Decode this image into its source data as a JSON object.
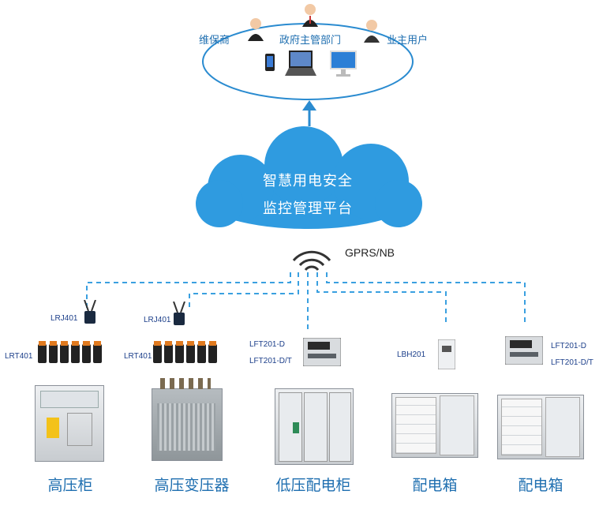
{
  "users": {
    "left": "维保商",
    "center": "政府主管部门",
    "right": "业主用户"
  },
  "cloud": {
    "line1": "智慧用电安全",
    "line2": "监控管理平台"
  },
  "network": {
    "label": "GPRS/NB"
  },
  "gateways": {
    "left": "LRJ401",
    "middle": "LRJ401"
  },
  "sensors": {
    "left": "LRT401",
    "middle": "LRT401"
  },
  "devices": {
    "lft_a1": "LFT201-D",
    "lft_a2": "LFT201-D/T",
    "lbh": "LBH201",
    "lft_b1": "LFT201-D",
    "lft_b2": "LFT201-D/T"
  },
  "equipment": [
    {
      "label": "高压柜"
    },
    {
      "label": "高压变压器"
    },
    {
      "label": "低压配电柜"
    },
    {
      "label": "配电箱"
    },
    {
      "label": "配电箱"
    }
  ],
  "colors": {
    "accent": "#2a8bd0",
    "cloud": "#2f9be0",
    "dashed": "#3aa0e0"
  }
}
